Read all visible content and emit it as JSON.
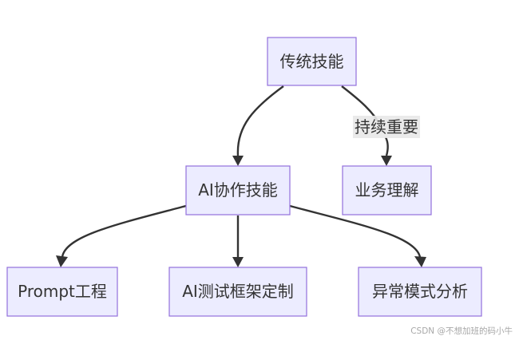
{
  "diagram": {
    "nodes": {
      "traditional": "传统技能",
      "ai_collab": "AI协作技能",
      "business": "业务理解",
      "prompt": "Prompt工程",
      "ai_test_framework": "AI测试框架定制",
      "anomaly": "异常模式分析"
    },
    "edges": {
      "traditional_to_business_label": "持续重要"
    }
  },
  "watermark": "CSDN @不想加班的码小牛"
}
